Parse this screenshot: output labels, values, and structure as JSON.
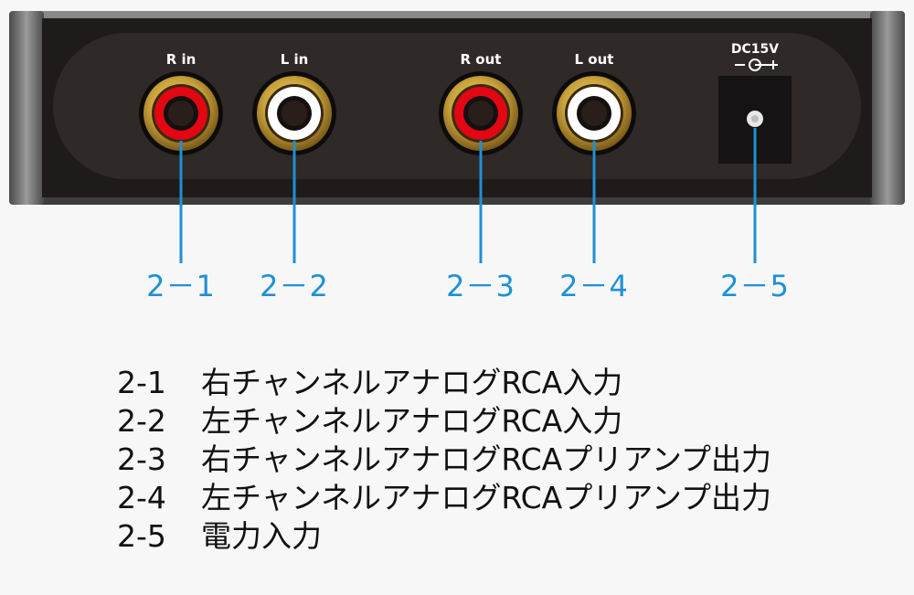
{
  "ports": [
    {
      "label": "R in",
      "ring": "#e30613",
      "callout": "2－1"
    },
    {
      "label": "L in",
      "ring": "#ffffff",
      "callout": "2－2"
    },
    {
      "label": "R out",
      "ring": "#e30613",
      "callout": "2－3"
    },
    {
      "label": "L out",
      "ring": "#ffffff",
      "callout": "2－4"
    }
  ],
  "power": {
    "label": "DC15V",
    "callout": "2－5"
  },
  "legend": [
    {
      "code": "2-1",
      "text": "右チャンネルアナログRCA入力"
    },
    {
      "code": "2-2",
      "text": "左チャンネルアナログRCA入力"
    },
    {
      "code": "2-3",
      "text": "右チャンネルアナログRCAプリアンプ出力"
    },
    {
      "code": "2-4",
      "text": "左チャンネルアナログRCAプリアンプ出力"
    },
    {
      "code": "2-5",
      "text": "電力入力"
    }
  ],
  "colors": {
    "callout": "#1e90d6",
    "gold": "#c9a23a",
    "panel": "#2a2523"
  }
}
